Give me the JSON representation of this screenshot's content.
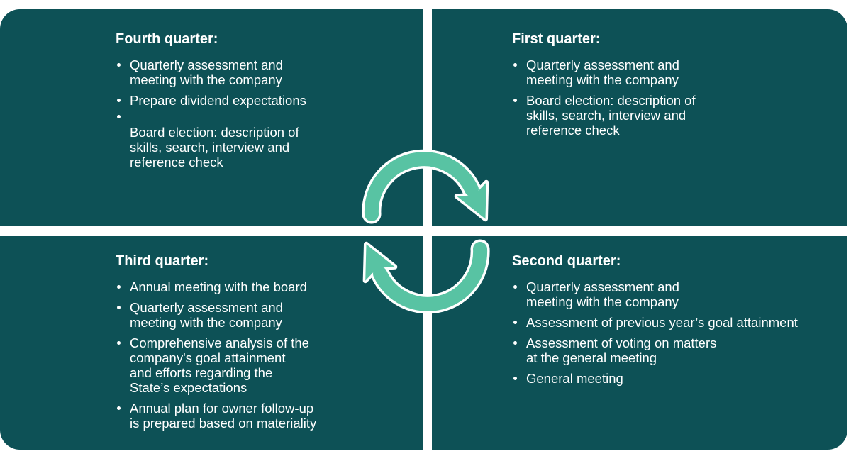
{
  "colors": {
    "tile_background": "#0d5156",
    "arrow_green": "#58c3a3",
    "text": "#ffffff",
    "divider": "#ffffff"
  },
  "icons": {
    "cycle_arrows": "two clockwise semicircular arrows forming a cycle",
    "bullet": "small round bullet dot"
  },
  "quadrants": {
    "fourth": {
      "title": "Fourth quarter:",
      "items": [
        "Quarterly assessment and\nmeeting with the company",
        "Prepare dividend expectations",
        "Board election: description of\nskills, search, interview and\nreference check"
      ]
    },
    "first": {
      "title": "First quarter:",
      "items": [
        "Quarterly assessment and\nmeeting with the company",
        "Board election: description of\nskills, search, interview and\nreference check"
      ]
    },
    "third": {
      "title": "Third quarter:",
      "items": [
        "Annual meeting with the board",
        "Quarterly assessment and\nmeeting with the company",
        "Comprehensive analysis of the\ncompany's goal attainment\nand efforts regarding the\nState’s expectations",
        "Annual plan for owner follow-up\nis prepared based on materiality"
      ]
    },
    "second": {
      "title": "Second quarter:",
      "items": [
        "Quarterly assessment and\nmeeting with the company",
        "Assessment of previous year’s goal attainment",
        "Assessment of voting on matters\nat the general meeting",
        "General meeting"
      ]
    }
  }
}
